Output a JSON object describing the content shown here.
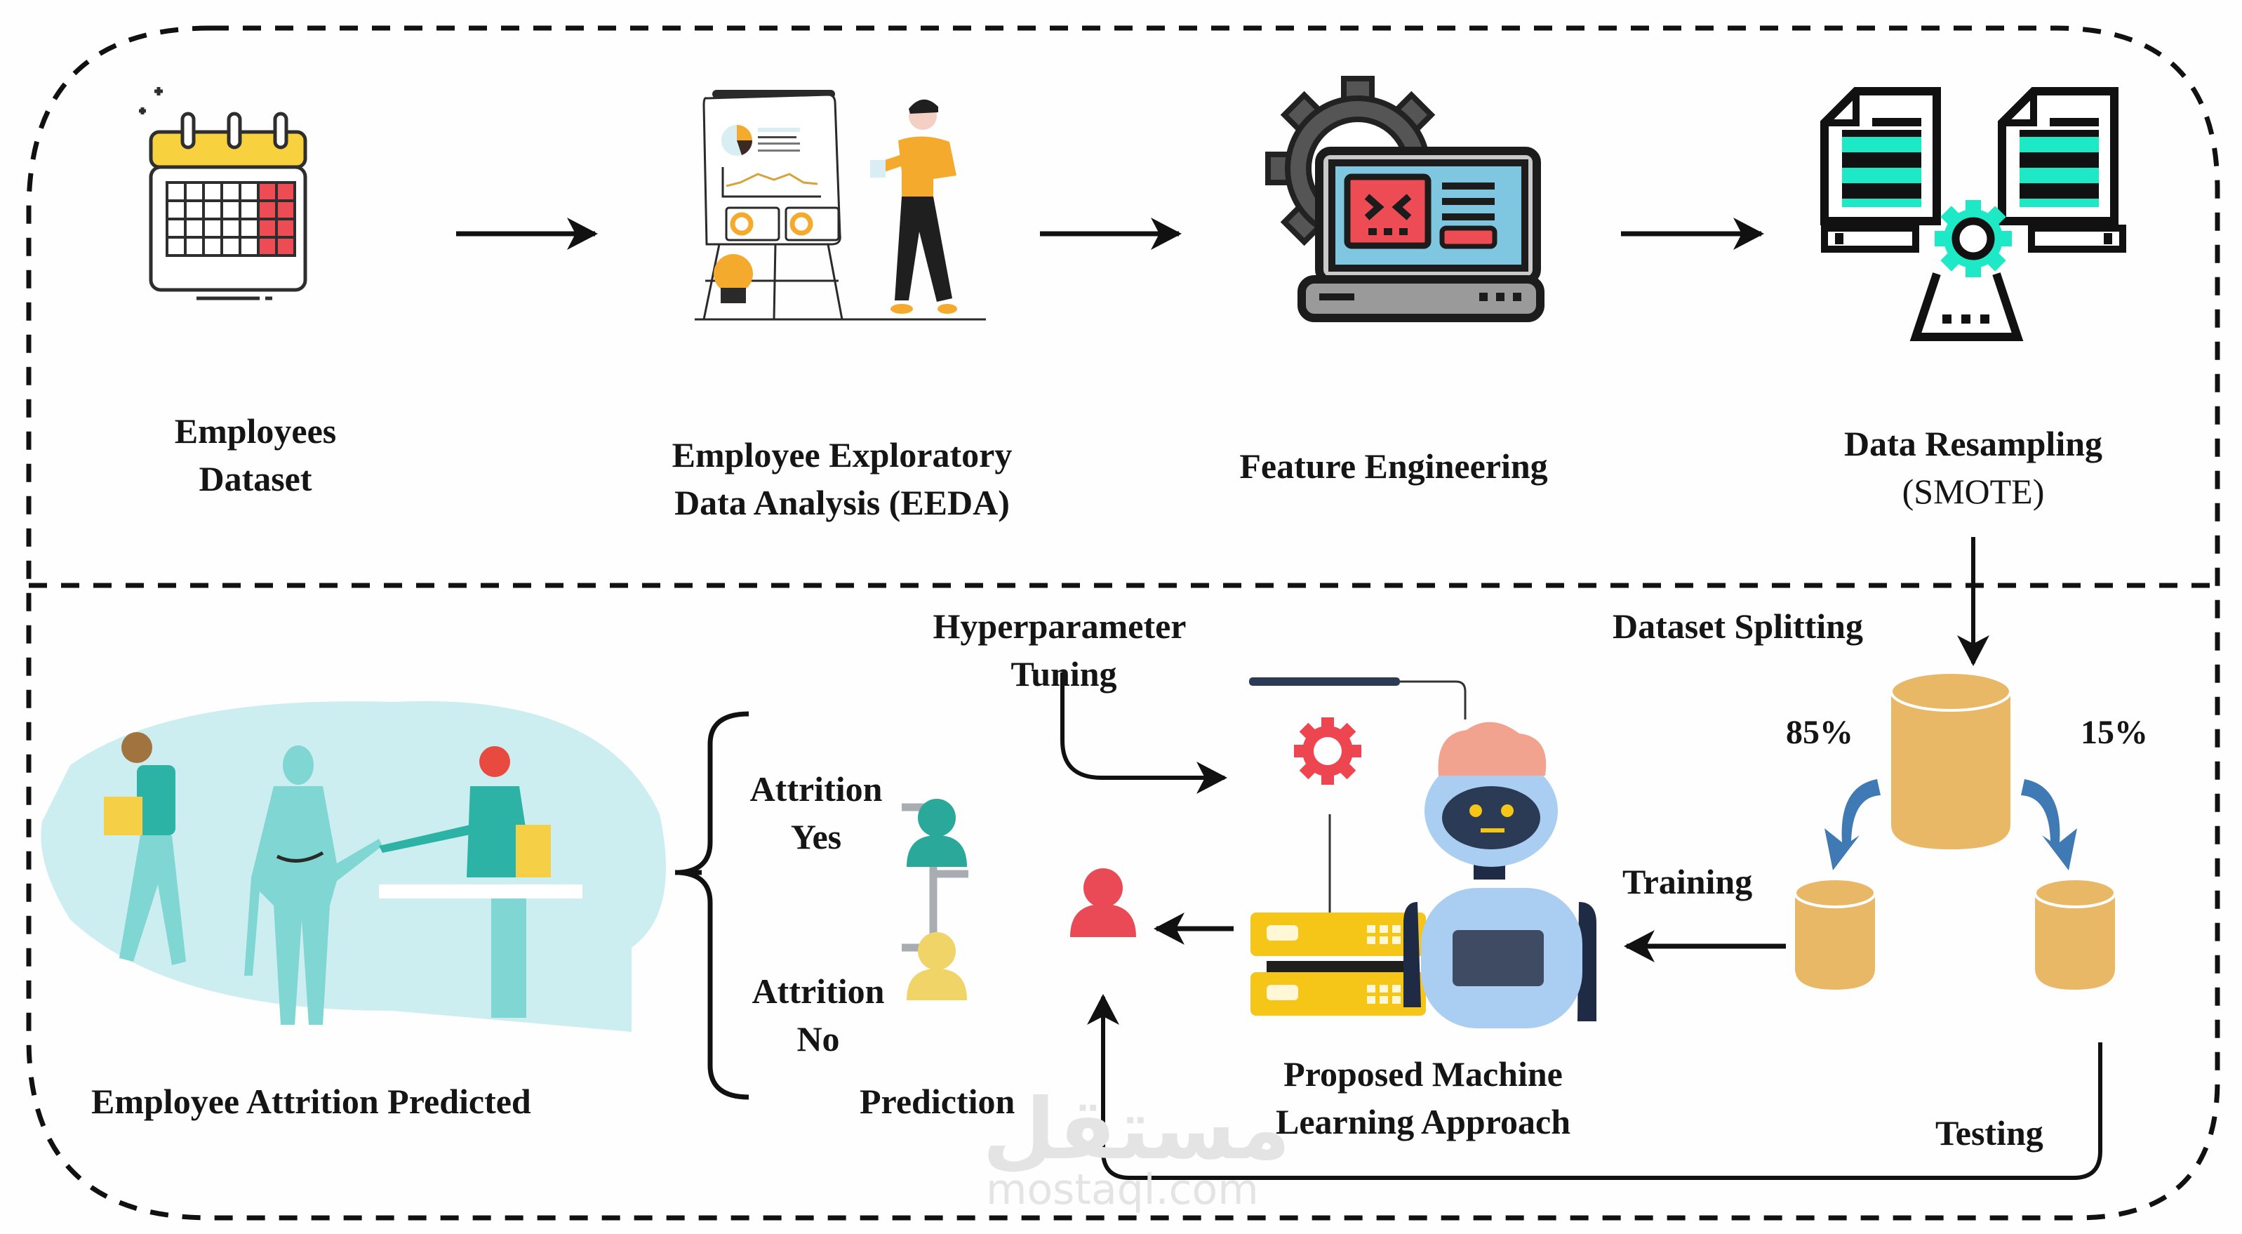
{
  "diagram": {
    "title": "Employee Attrition Prediction Pipeline",
    "top_row": {
      "stages": [
        {
          "id": "dataset",
          "label_line1": "Employees",
          "label_line2": "Dataset",
          "icon": "calendar-dataset-icon"
        },
        {
          "id": "eeda",
          "label_line1": "Employee Exploratory",
          "label_line2": "Data Analysis (EEDA)",
          "icon": "presentation-analyst-icon"
        },
        {
          "id": "feature",
          "label_line1": "Feature Engineering",
          "label_line2": "",
          "icon": "laptop-gear-icon"
        },
        {
          "id": "smote",
          "label_line1": "Data Resampling",
          "label_line2": "(SMOTE)",
          "icon": "documents-gear-icon"
        }
      ]
    },
    "bottom_row": {
      "splitting": {
        "label": "Dataset Splitting",
        "train_pct": "85%",
        "test_pct": "15%",
        "training_label": "Training",
        "testing_label": "Testing"
      },
      "model": {
        "tuning_line1": "Hyperparameter",
        "tuning_line2": "Tuning",
        "label_line1": "Proposed Machine",
        "label_line2": "Learning Approach"
      },
      "prediction": {
        "label": "Prediction",
        "yes_line1": "Attrition",
        "yes_line2": "Yes",
        "no_line1": "Attrition",
        "no_line2": "No"
      },
      "result": {
        "label": "Employee Attrition Predicted"
      }
    },
    "colors": {
      "calendar_yellow": "#f7d23e",
      "calendar_red": "#ee4c55",
      "teal_accent": "#1de9c6",
      "cylinder_gold": "#e9b866",
      "split_arrow_blue": "#3f7ab5",
      "gear_red": "#ee4650",
      "server_yellow": "#f5c518",
      "robot_blue": "#aacdf2",
      "robot_dark": "#2b3a55",
      "brain_pink": "#f1a38f",
      "person_teal": "#2aa89a",
      "person_yellow": "#f0d468",
      "person_red": "#e94a55",
      "bracket_gray": "#a9adb2",
      "scene_bg": "#cdeef0"
    }
  },
  "watermark": {
    "arabic": "مستقل",
    "latin": "mostaql.com"
  }
}
